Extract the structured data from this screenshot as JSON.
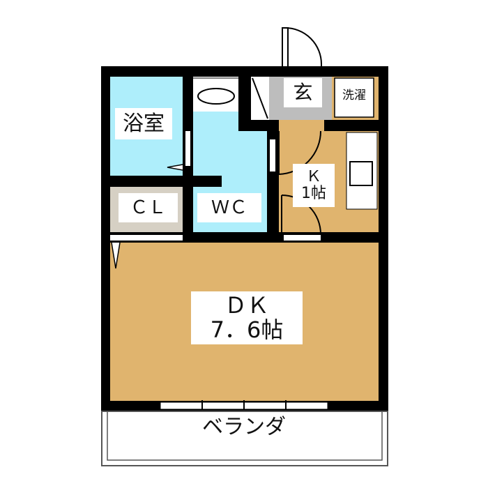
{
  "floorplan": {
    "rooms": {
      "bath": "浴室",
      "wc": "ＷＣ",
      "closet": "ＣＬ",
      "entrance": "玄",
      "laundry": "洗濯",
      "kitchen_line1": "Ｋ",
      "kitchen_line2": "1帖",
      "dk_line1": "ＤＫ",
      "dk_line2": "7．6帖",
      "balcony": "ベランダ"
    },
    "colors": {
      "wet_area": "#aeeefb",
      "flooring": "#e0b46e",
      "entrance": "#bdbdbd",
      "closet": "#d6d0c4",
      "wall": "#000000"
    }
  }
}
